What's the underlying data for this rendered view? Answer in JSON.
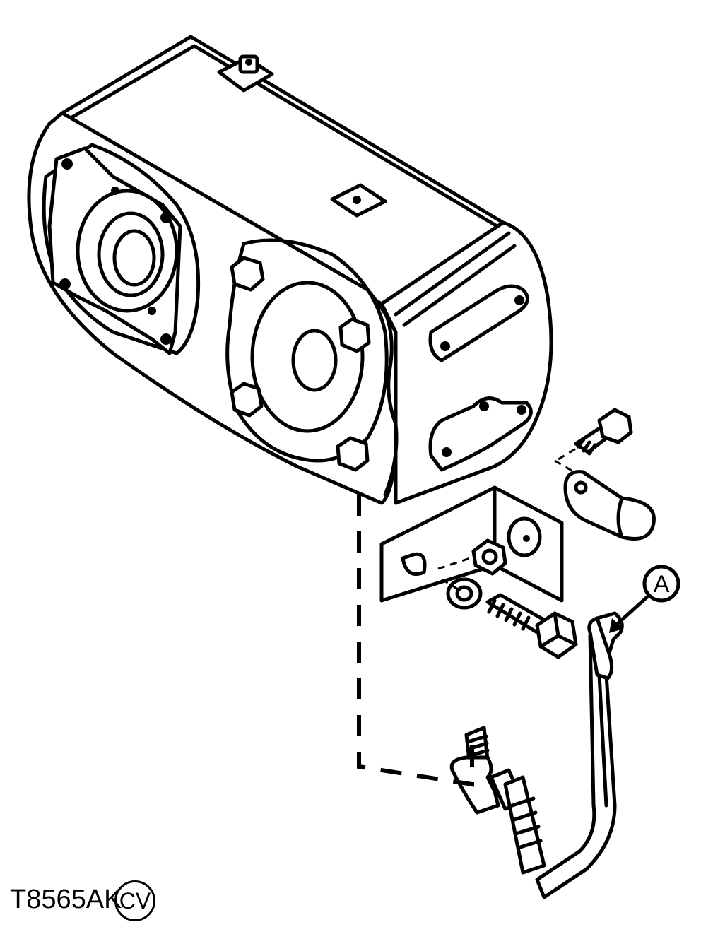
{
  "callouts": [
    {
      "id": "callout-a",
      "label": "A"
    }
  ],
  "figure": {
    "id": "T8565AK",
    "badge": "CV"
  }
}
